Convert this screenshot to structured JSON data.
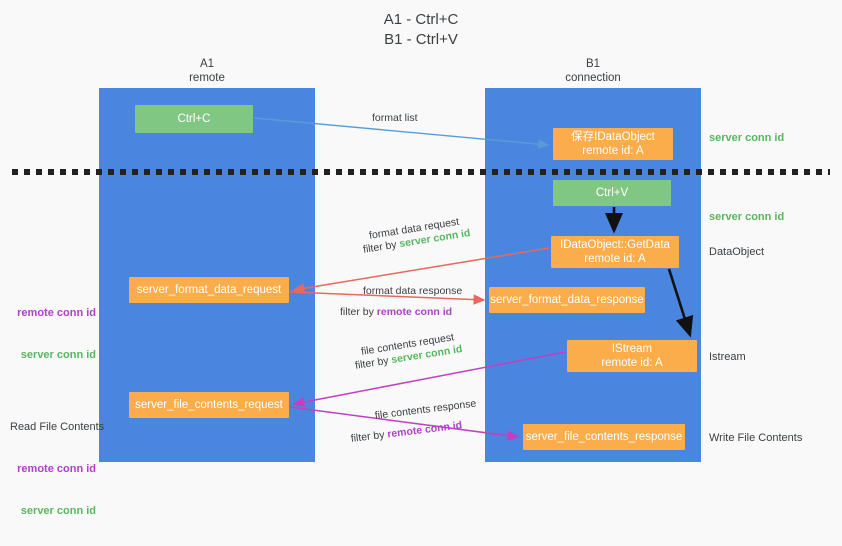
{
  "title": "A1 - Ctrl+C\nB1 - Ctrl+V",
  "lanes": {
    "a1": {
      "name": "A1",
      "subtitle": "remote",
      "header": "A1\nremote"
    },
    "b1": {
      "name": "B1",
      "subtitle": "connection",
      "header": "B1\nconnection"
    }
  },
  "nodes": {
    "ctrl_c": {
      "label": "Ctrl+C",
      "color": "#81c784"
    },
    "save_dataobject": {
      "label": "保存IDataObject\nremote id: A",
      "color": "#fbad4b"
    },
    "ctrl_v": {
      "label": "Ctrl+V",
      "color": "#81c784"
    },
    "getdata": {
      "label": "IDataObject::GetData\nremote id: A",
      "color": "#fbad4b"
    },
    "format_data_request": {
      "label": "server_format_data_request",
      "color": "#fbad4b"
    },
    "format_data_response": {
      "label": "server_format_data_response",
      "color": "#fbad4b"
    },
    "istream": {
      "label": "IStream\nremote id: A",
      "color": "#fbad4b"
    },
    "file_contents_request": {
      "label": "server_file_contents_request",
      "color": "#fbad4b"
    },
    "file_contents_response": {
      "label": "server_file_contents_response",
      "color": "#fbad4b"
    }
  },
  "edges": {
    "format_list": {
      "label": "format list"
    },
    "format_data_request": {
      "label": "format data request",
      "filter_prefix": "filter by ",
      "filter_value": "server conn id"
    },
    "format_data_response": {
      "label": "format data response",
      "filter_prefix": "filter by ",
      "filter_value": "remote conn id"
    },
    "file_contents_request": {
      "label": "file contents request",
      "filter_prefix": "filter by ",
      "filter_value": "server conn id"
    },
    "file_contents_response": {
      "label": "file contents response",
      "filter_prefix": "filter by ",
      "filter_value": "remote conn id"
    }
  },
  "annotations": {
    "server_conn_id_top": "server conn id",
    "server_conn_id_mid": "server conn id",
    "dataobject": "DataObject",
    "istream": "Istream",
    "write_file_contents": "Write File Contents",
    "read_file_contents": "Read File Contents",
    "remote_conn_id": "remote conn id",
    "server_conn_id": "server conn id"
  },
  "colors": {
    "lane": "#4a86e0",
    "green_node": "#81c784",
    "orange_node": "#fbad4b",
    "green_text": "#57b75e",
    "purple_text": "#b03fc8",
    "arrow_blue": "#5b9bd5",
    "arrow_red": "#e8685e",
    "arrow_magenta": "#c040c0",
    "arrow_black": "#111111",
    "background": "#f9f9f9",
    "dashed_line": "#222222"
  }
}
